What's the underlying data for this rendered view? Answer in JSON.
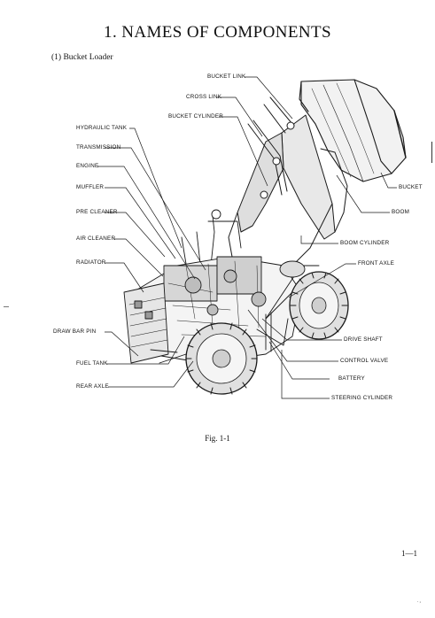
{
  "title": "1. NAMES OF COMPONENTS",
  "subtitle": "(1) Bucket Loader",
  "figure": {
    "caption": "Fig. 1-1",
    "labels": {
      "bucket_link": "BUCKET LINK",
      "cross_link": "CROSS LINK",
      "bucket_cylinder": "BUCKET CYLINDER",
      "hydraulic_tank": "HYDRAULIC TANK",
      "transmission": "TRANSMISSION",
      "engine": "ENGINE",
      "muffler": "MUFFLER",
      "pre_cleaner": "PRE CLEANER",
      "air_cleaner": "AIR CLEANER",
      "radiator": "RADIATOR",
      "draw_bar_pin": "DRAW BAR PIN",
      "fuel_tank": "FUEL TANK",
      "rear_axle": "REAR AXLE",
      "bucket": "BUCKET",
      "boom": "BOOM",
      "boom_cylinder": "BOOM CYLINDER",
      "front_axle": "FRONT AXLE",
      "drive_shaft": "DRIVE SHAFT",
      "control_valve": "CONTROL VALVE",
      "battery": "BATTERY",
      "steering_cylinder": "STEERING CYLINDER"
    }
  },
  "page_number": "1—1",
  "footer_mark": ". ,"
}
